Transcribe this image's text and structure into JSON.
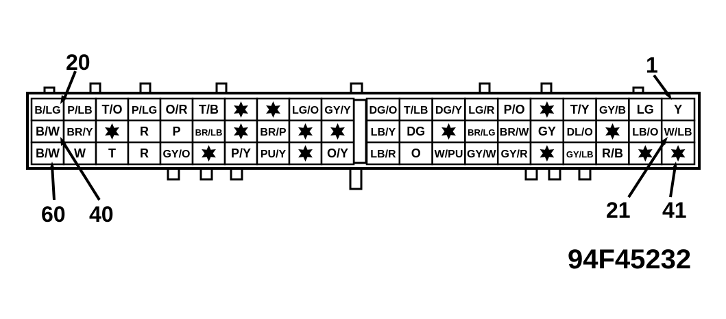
{
  "connector": {
    "blank_symbol": "star",
    "left_rows": [
      [
        "B/LG",
        "P/LB",
        "T/O",
        "P/LG",
        "O/R",
        "T/B",
        "*",
        "*",
        "LG/O",
        "GY/Y"
      ],
      [
        "B/W",
        "BR/Y",
        "*",
        "R",
        "P",
        "BR/LB",
        "*",
        "BR/P",
        "*",
        "*"
      ],
      [
        "B/W",
        "W",
        "T",
        "R",
        "GY/O",
        "*",
        "P/Y",
        "PU/Y",
        "*",
        "O/Y"
      ]
    ],
    "right_rows": [
      [
        "DG/O",
        "T/LB",
        "DG/Y",
        "LG/R",
        "P/O",
        "*",
        "T/Y",
        "GY/B",
        "LG",
        "Y"
      ],
      [
        "LB/Y",
        "DG",
        "*",
        "BR/LG",
        "BR/W",
        "GY",
        "DL/O",
        "*",
        "LB/O",
        "W/LB"
      ],
      [
        "LB/R",
        "O",
        "W/PU",
        "GY/W",
        "GY/R",
        "*",
        "GY/LB",
        "R/B",
        "*",
        "*"
      ]
    ]
  },
  "pin_labels": {
    "pin_20": "20",
    "pin_1": "1",
    "pin_60": "60",
    "pin_40": "40",
    "pin_21": "21",
    "pin_41": "41"
  },
  "figure_id": "94F45232",
  "colors": {
    "ink": "#000000",
    "paper": "#ffffff"
  }
}
